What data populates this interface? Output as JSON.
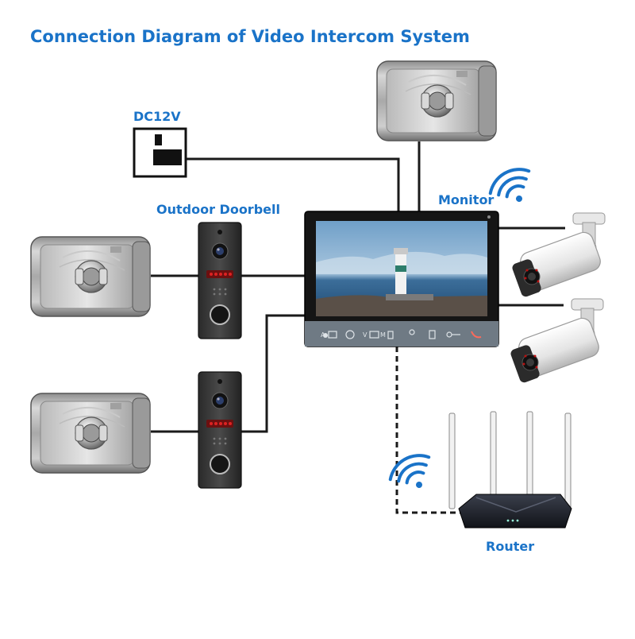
{
  "title": "Connection Diagram of Video Intercom System",
  "labels": {
    "power": "DC12V",
    "doorbell": "Outdoor Doorbell",
    "monitor": "Monitor",
    "router": "Router"
  },
  "monitor_buttons": [
    "A",
    "V",
    "M"
  ],
  "colors": {
    "title": "#1a73c8",
    "wifi": "#1a73c8",
    "wire": "#1a1a1a"
  },
  "devices": {
    "electric_locks": 3,
    "outdoor_doorbells": 2,
    "cameras": 2,
    "monitors": 1,
    "routers": 1
  },
  "icons": [
    "power-outlet-icon",
    "wifi-icon",
    "lock-icon",
    "doorbell-icon",
    "camera-icon",
    "router-icon",
    "monitor-icon"
  ]
}
